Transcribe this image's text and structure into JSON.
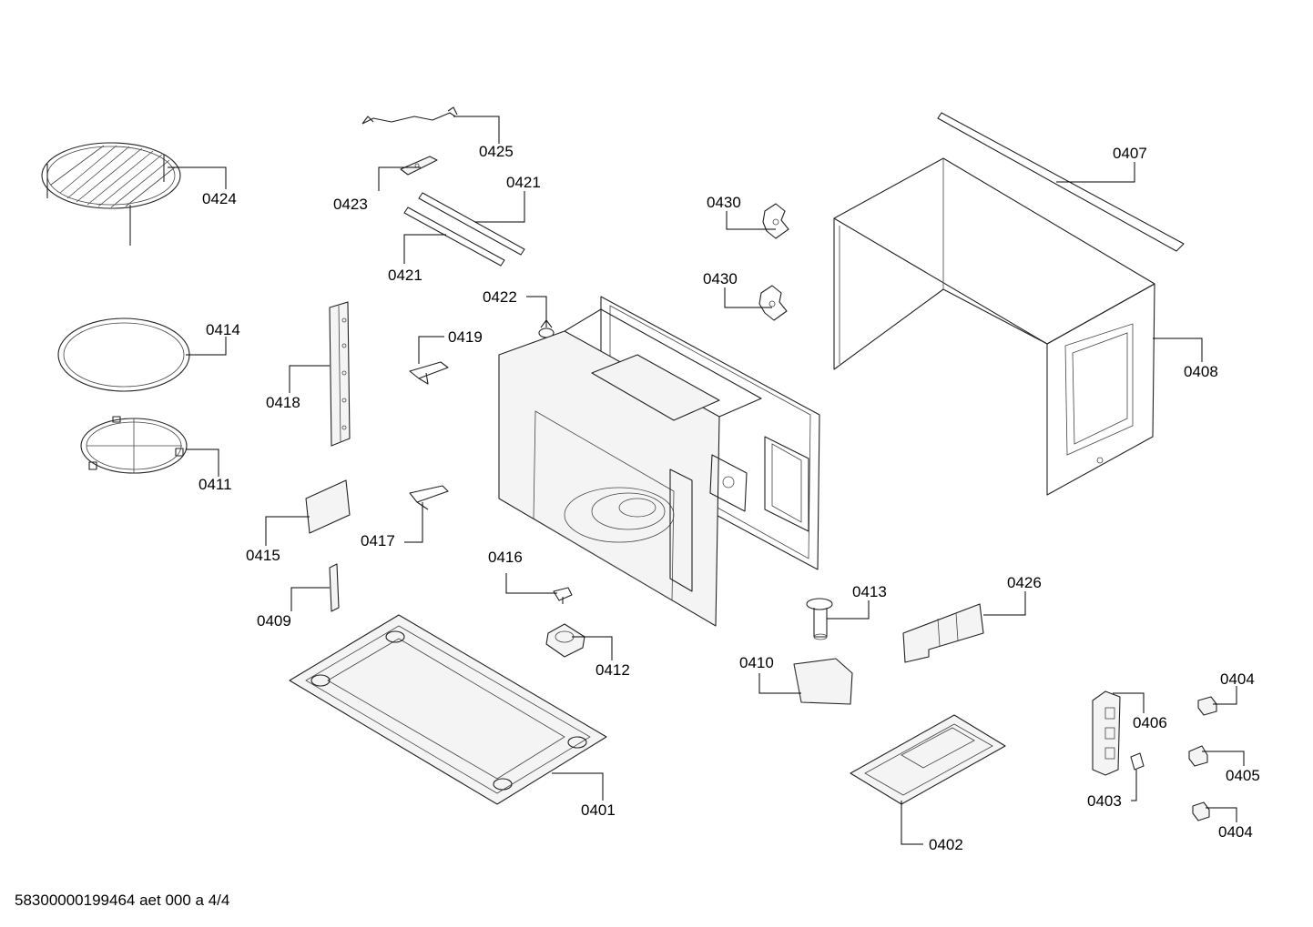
{
  "diagram": {
    "labels": {
      "p0401": "0401",
      "p0402": "0402",
      "p0403": "0403",
      "p0404a": "0404",
      "p0404b": "0404",
      "p0405": "0405",
      "p0406": "0406",
      "p0407": "0407",
      "p0408": "0408",
      "p0409": "0409",
      "p0410": "0410",
      "p0411": "0411",
      "p0412": "0412",
      "p0413": "0413",
      "p0414": "0414",
      "p0415": "0415",
      "p0416": "0416",
      "p0417": "0417",
      "p0418": "0418",
      "p0419": "0419",
      "p0421a": "0421",
      "p0421b": "0421",
      "p0422": "0422",
      "p0423": "0423",
      "p0424": "0424",
      "p0425": "0425",
      "p0426": "0426",
      "p0430a": "0430",
      "p0430b": "0430"
    },
    "footer": "58300000199464 aet 000 a 4/4"
  }
}
